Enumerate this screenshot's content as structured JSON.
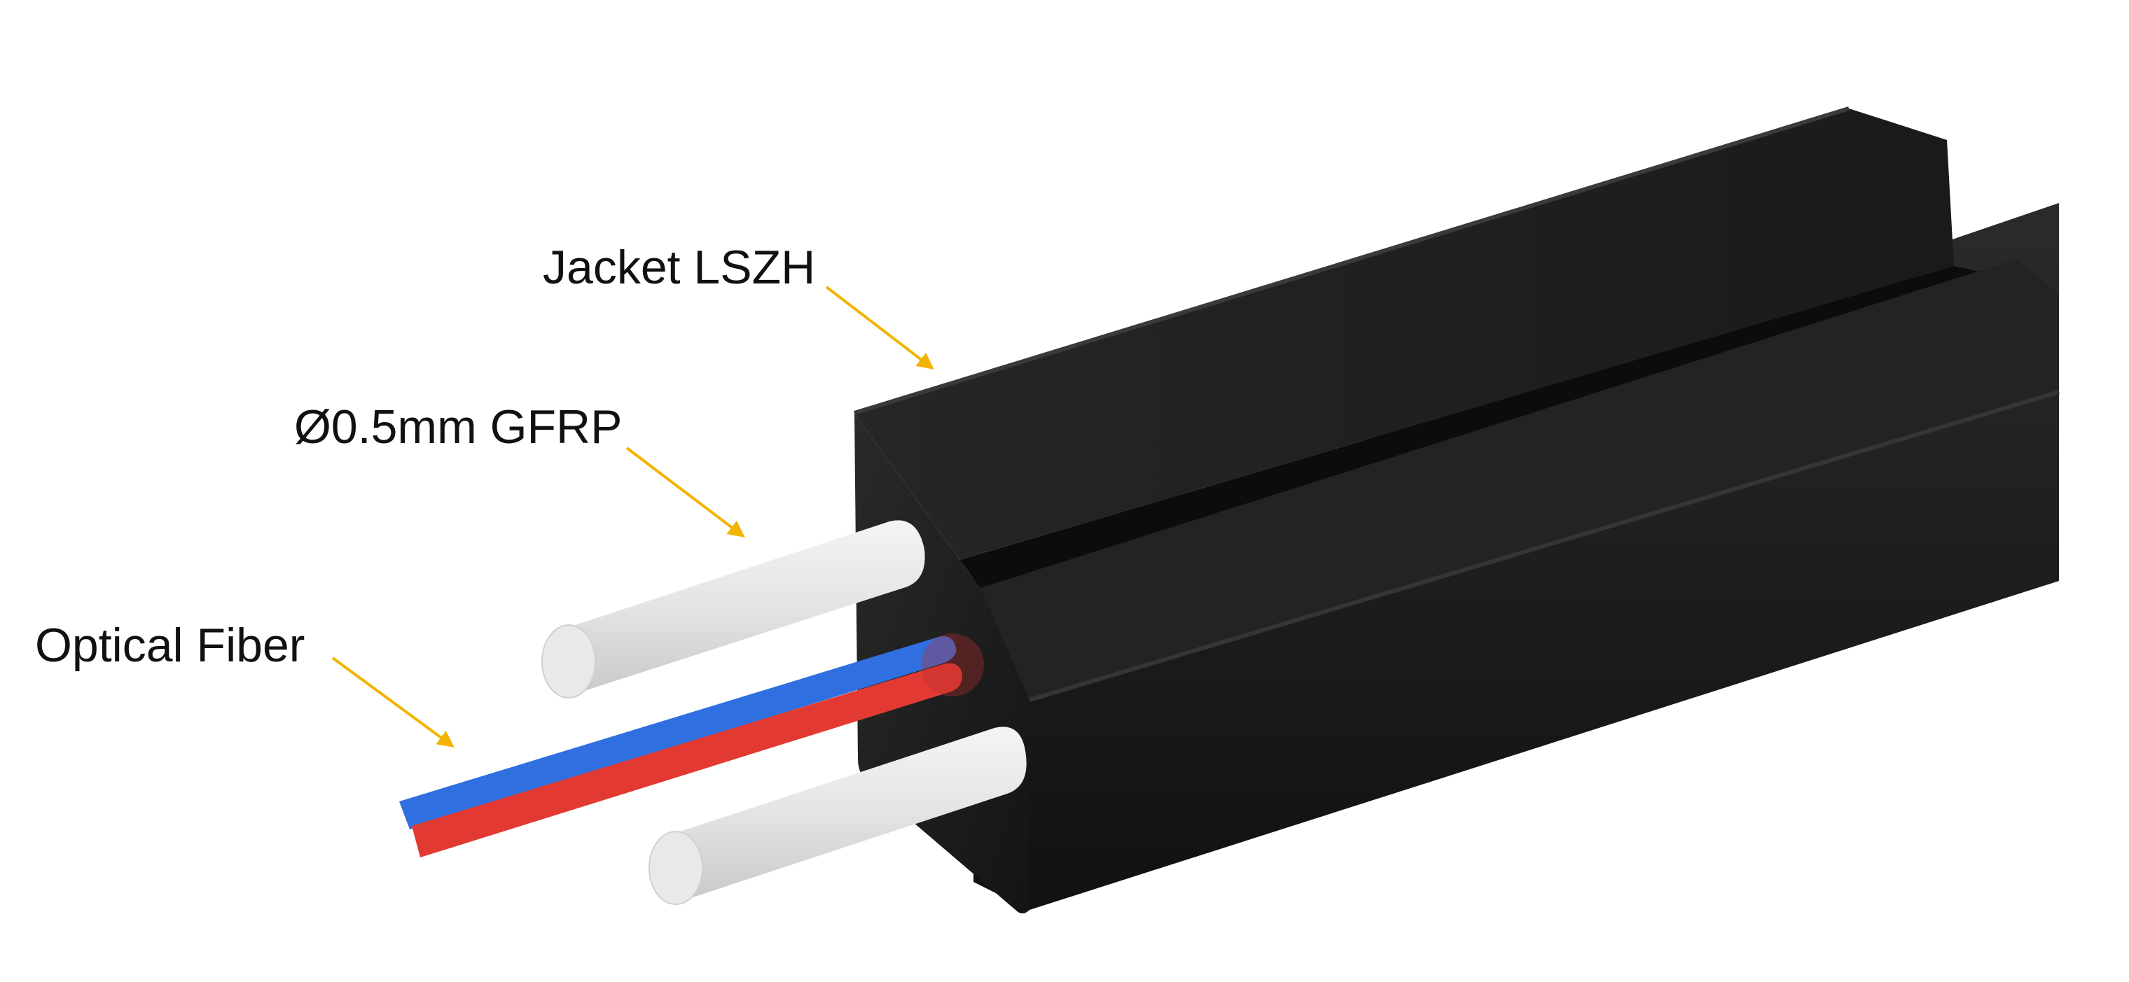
{
  "labels": {
    "jacket": "Jacket LSZH",
    "gfrp": "Ø0.5mm GFRP",
    "fiber": "Optical Fiber"
  },
  "colors": {
    "jacket": "#1f1f1f",
    "strength_member": "#e6e6e6",
    "fiber_blue": "#2f6fe0",
    "fiber_red": "#e23a32",
    "callout_line": "#f2b400",
    "label_text": "#111111"
  }
}
